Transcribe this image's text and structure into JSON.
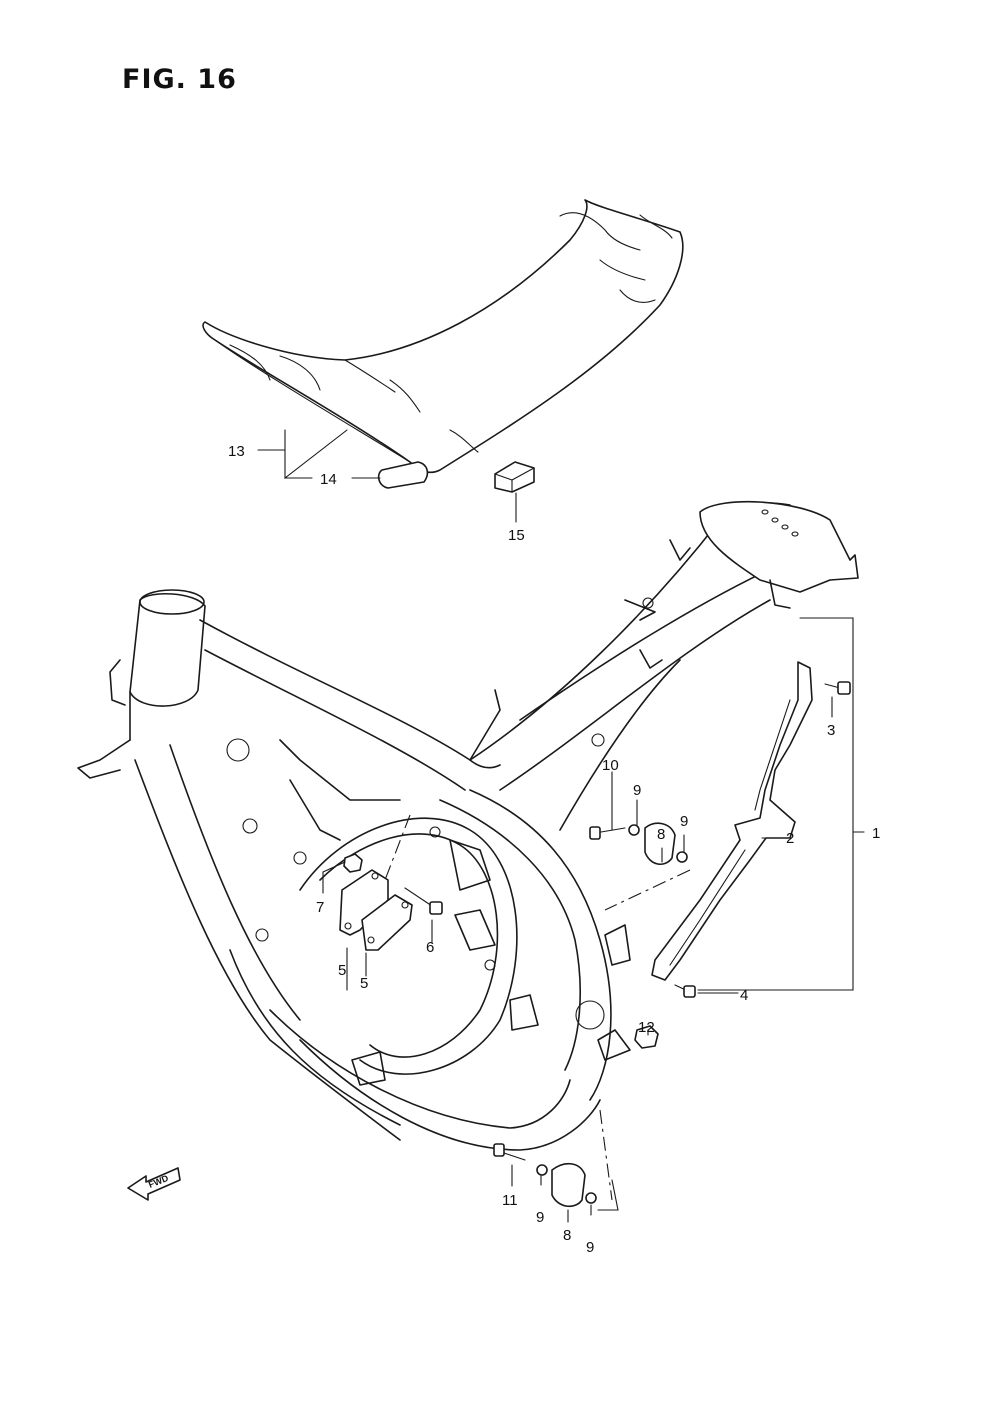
{
  "figure": {
    "title": "FIG. 16"
  },
  "direction": {
    "label": "FWD"
  },
  "callouts": [
    {
      "id": "c1",
      "text": "1"
    },
    {
      "id": "c2",
      "text": "2"
    },
    {
      "id": "c3",
      "text": "3"
    },
    {
      "id": "c4",
      "text": "4"
    },
    {
      "id": "c5a",
      "text": "5"
    },
    {
      "id": "c5b",
      "text": "5"
    },
    {
      "id": "c6",
      "text": "6"
    },
    {
      "id": "c7",
      "text": "7"
    },
    {
      "id": "c8a",
      "text": "8"
    },
    {
      "id": "c8b",
      "text": "8"
    },
    {
      "id": "c9a",
      "text": "9"
    },
    {
      "id": "c9b",
      "text": "9"
    },
    {
      "id": "c9c",
      "text": "9"
    },
    {
      "id": "c9d",
      "text": "9"
    },
    {
      "id": "c10",
      "text": "10"
    },
    {
      "id": "c11",
      "text": "11"
    },
    {
      "id": "c12",
      "text": "12"
    },
    {
      "id": "c13",
      "text": "13"
    },
    {
      "id": "c14",
      "text": "14"
    },
    {
      "id": "c15",
      "text": "15"
    }
  ]
}
